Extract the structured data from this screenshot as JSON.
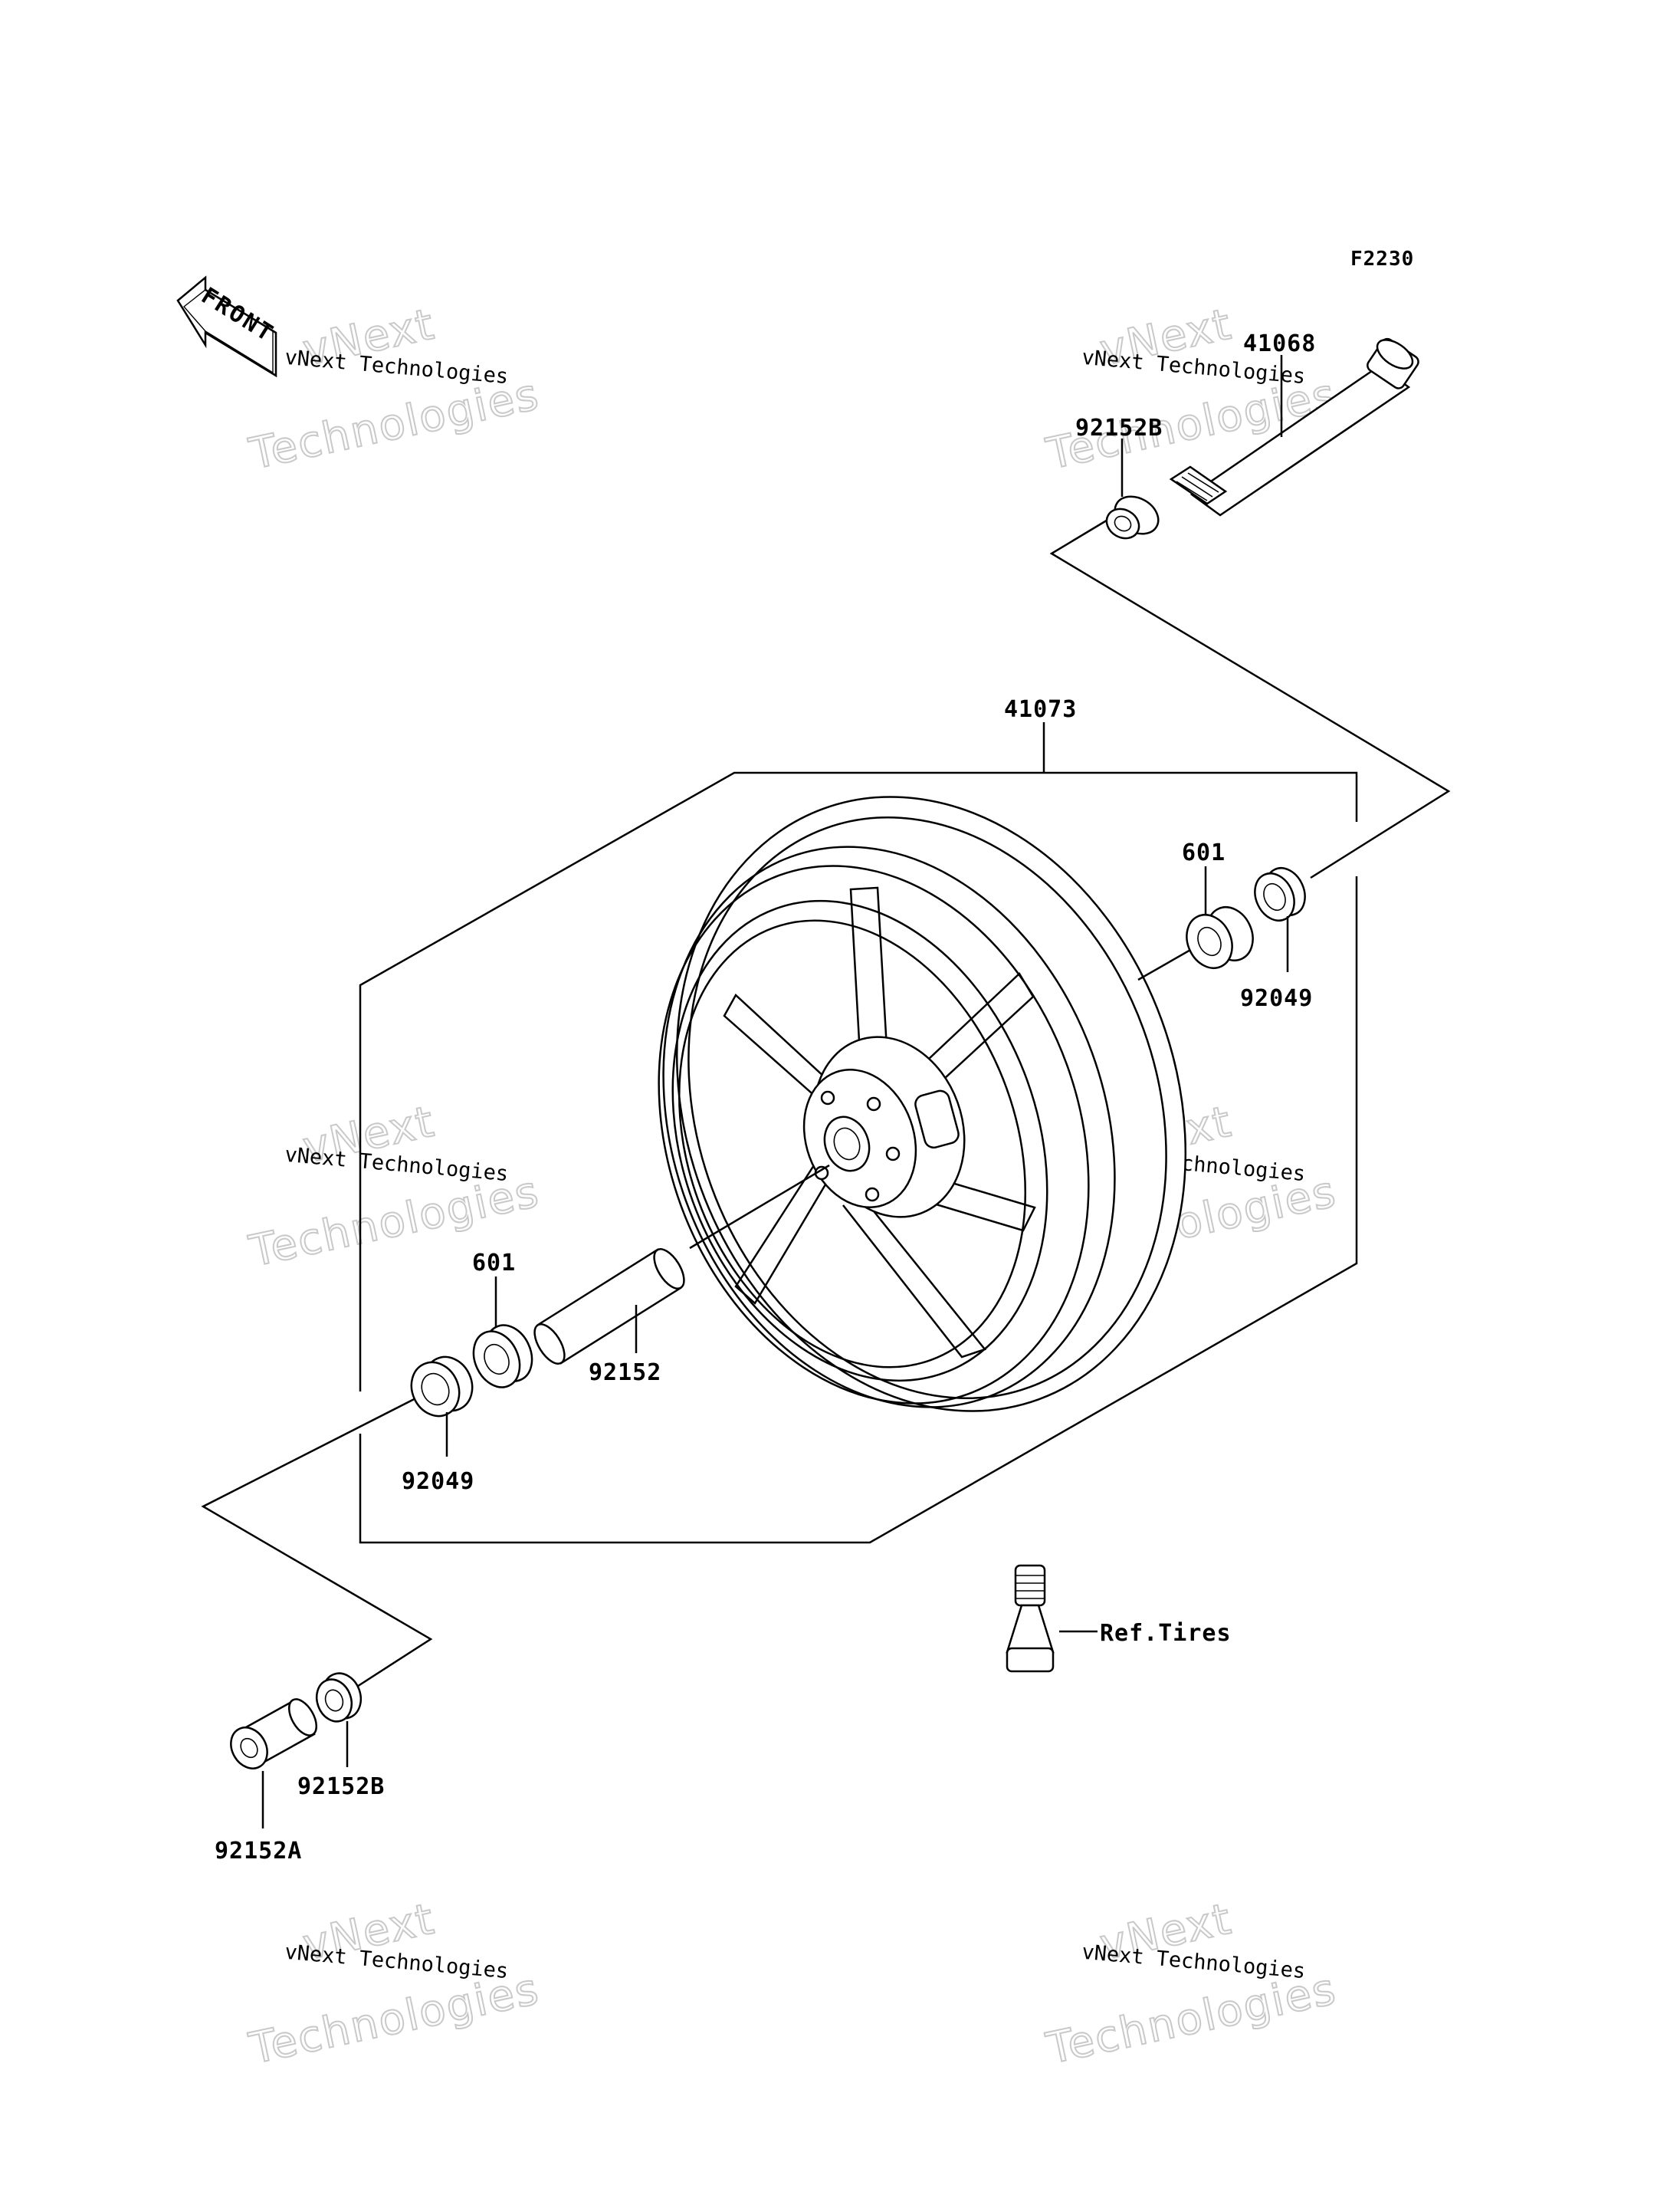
{
  "diagram": {
    "figure_code": "F2230",
    "front_marker": "FRONT",
    "labels": {
      "axle": "41068",
      "collar_top": "92152B",
      "wheel": "41073",
      "bearing_right": "601",
      "seal_right": "92049",
      "bearing_left": "601",
      "spacer": "92152",
      "seal_left": "92049",
      "collar_bottom": "92152B",
      "collar_a": "92152A",
      "valve_ref": "Ref.Tires"
    },
    "watermark": {
      "line1": "vNext",
      "line2": "vNext Technologies",
      "line3": "Technologies"
    }
  }
}
